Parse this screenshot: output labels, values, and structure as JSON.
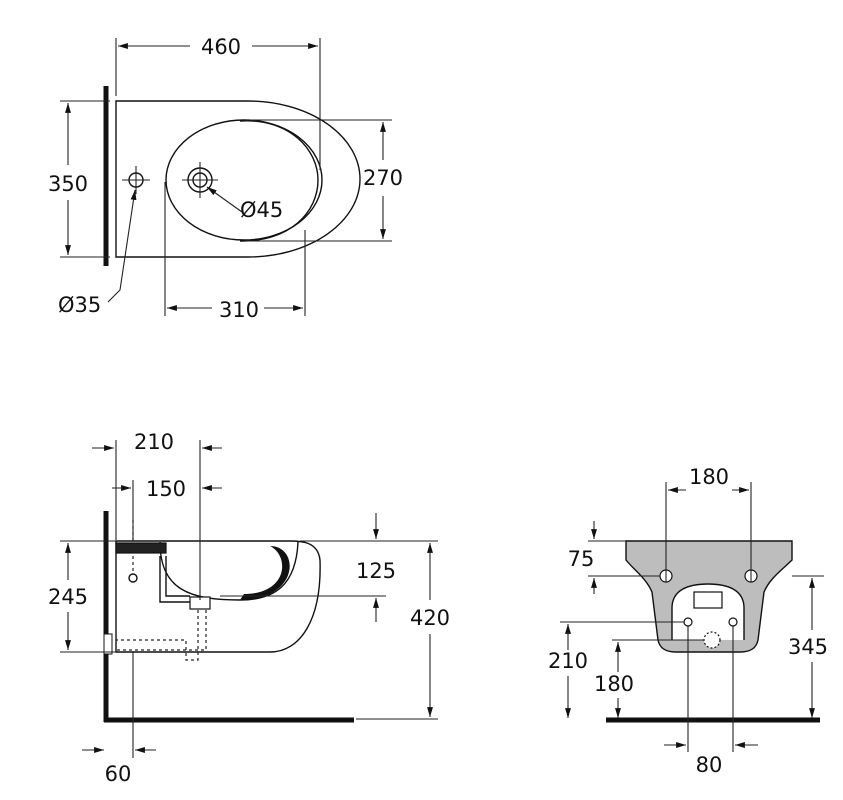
{
  "top_view": {
    "width_460": "460",
    "depth_350": "350",
    "bowl_270": "270",
    "bowl_310": "310",
    "hole_45": "Ø45",
    "hole_35": "Ø35"
  },
  "side_view": {
    "d_210": "210",
    "d_150": "150",
    "d_245": "245",
    "d_125": "125",
    "d_420": "420",
    "d_60": "60"
  },
  "front_view": {
    "d_180_top": "180",
    "d_75": "75",
    "d_345": "345",
    "d_210": "210",
    "d_180": "180",
    "d_80": "80"
  }
}
